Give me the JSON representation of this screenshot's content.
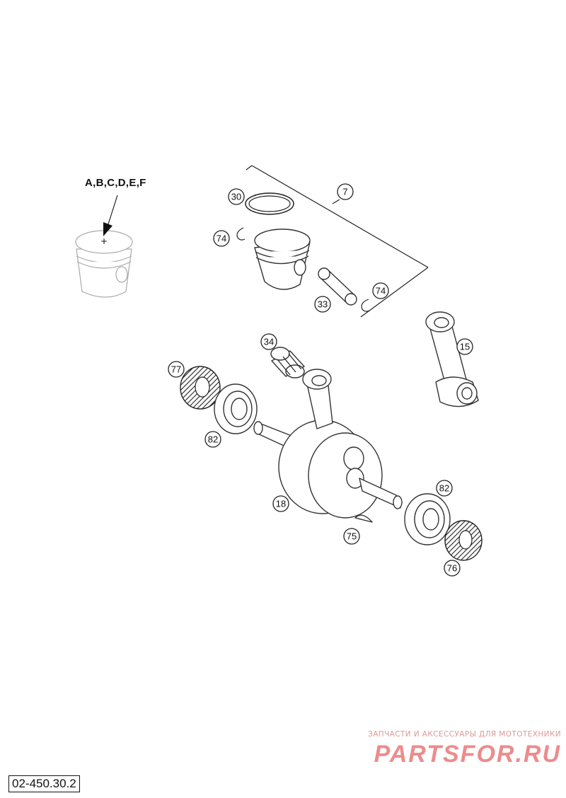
{
  "sizes_label": "A,B,C,D,E,F",
  "diagram_code": "02-450.30.2",
  "watermark": {
    "tagline": "ЗАПЧАСТИ И АКСЕССУАРЫ ДЛЯ МОТОТЕХНИКИ",
    "logo": "PARTSFOR.RU"
  },
  "callouts": {
    "piston_kit": "7",
    "piston_ring": "30",
    "circlip_left": "74",
    "circlip_right": "74",
    "piston_pin": "33",
    "needle_bearing": "34",
    "conrod_kit": "15",
    "seal_left": "77",
    "bearing_left": "82",
    "crankshaft": "18",
    "bearing_right": "82",
    "woodruff_key": "75",
    "seal_right": "76"
  },
  "colors": {
    "line": "#222222",
    "watermark": "#ec8c8c"
  }
}
